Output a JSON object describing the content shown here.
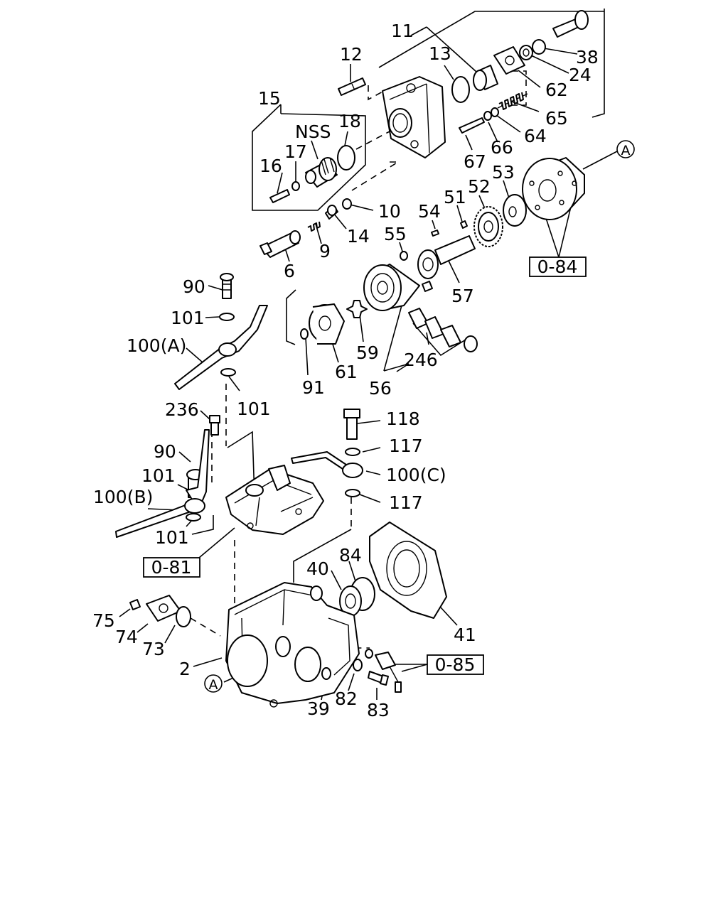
{
  "labels": {
    "p11": "11",
    "p12": "12",
    "p13": "13",
    "p38": "38",
    "p24": "24",
    "p62": "62",
    "p15": "15",
    "nss": "NSS",
    "p18": "18",
    "p65": "65",
    "p64": "64",
    "p66": "66",
    "p67": "67",
    "p16": "16",
    "p17": "17",
    "p10": "10",
    "p54": "54",
    "p51": "51",
    "p52": "52",
    "p53": "53",
    "p14": "14",
    "p9": "9",
    "p6": "6",
    "p55": "55",
    "p57": "57",
    "p90a": "90",
    "p101a": "101",
    "p100a": "100(A)",
    "p59": "59",
    "p246": "246",
    "p91": "91",
    "p61": "61",
    "p56": "56",
    "p101b": "101",
    "p236": "236",
    "p118": "118",
    "p117a": "117",
    "p90b": "90",
    "p100c": "100(C)",
    "p101c": "101",
    "p100b": "100(B)",
    "p117b": "117",
    "p101d": "101",
    "p84": "84",
    "p40": "40",
    "p75": "75",
    "p74": "74",
    "p73": "73",
    "p2": "2",
    "p41": "41",
    "p39": "39",
    "p82": "82",
    "p83": "83"
  },
  "refs": {
    "ref084": "0-84",
    "ref081": "0-81",
    "ref085": "0-85"
  },
  "callouts": {
    "a_top": "A",
    "a_bottom": "A"
  }
}
